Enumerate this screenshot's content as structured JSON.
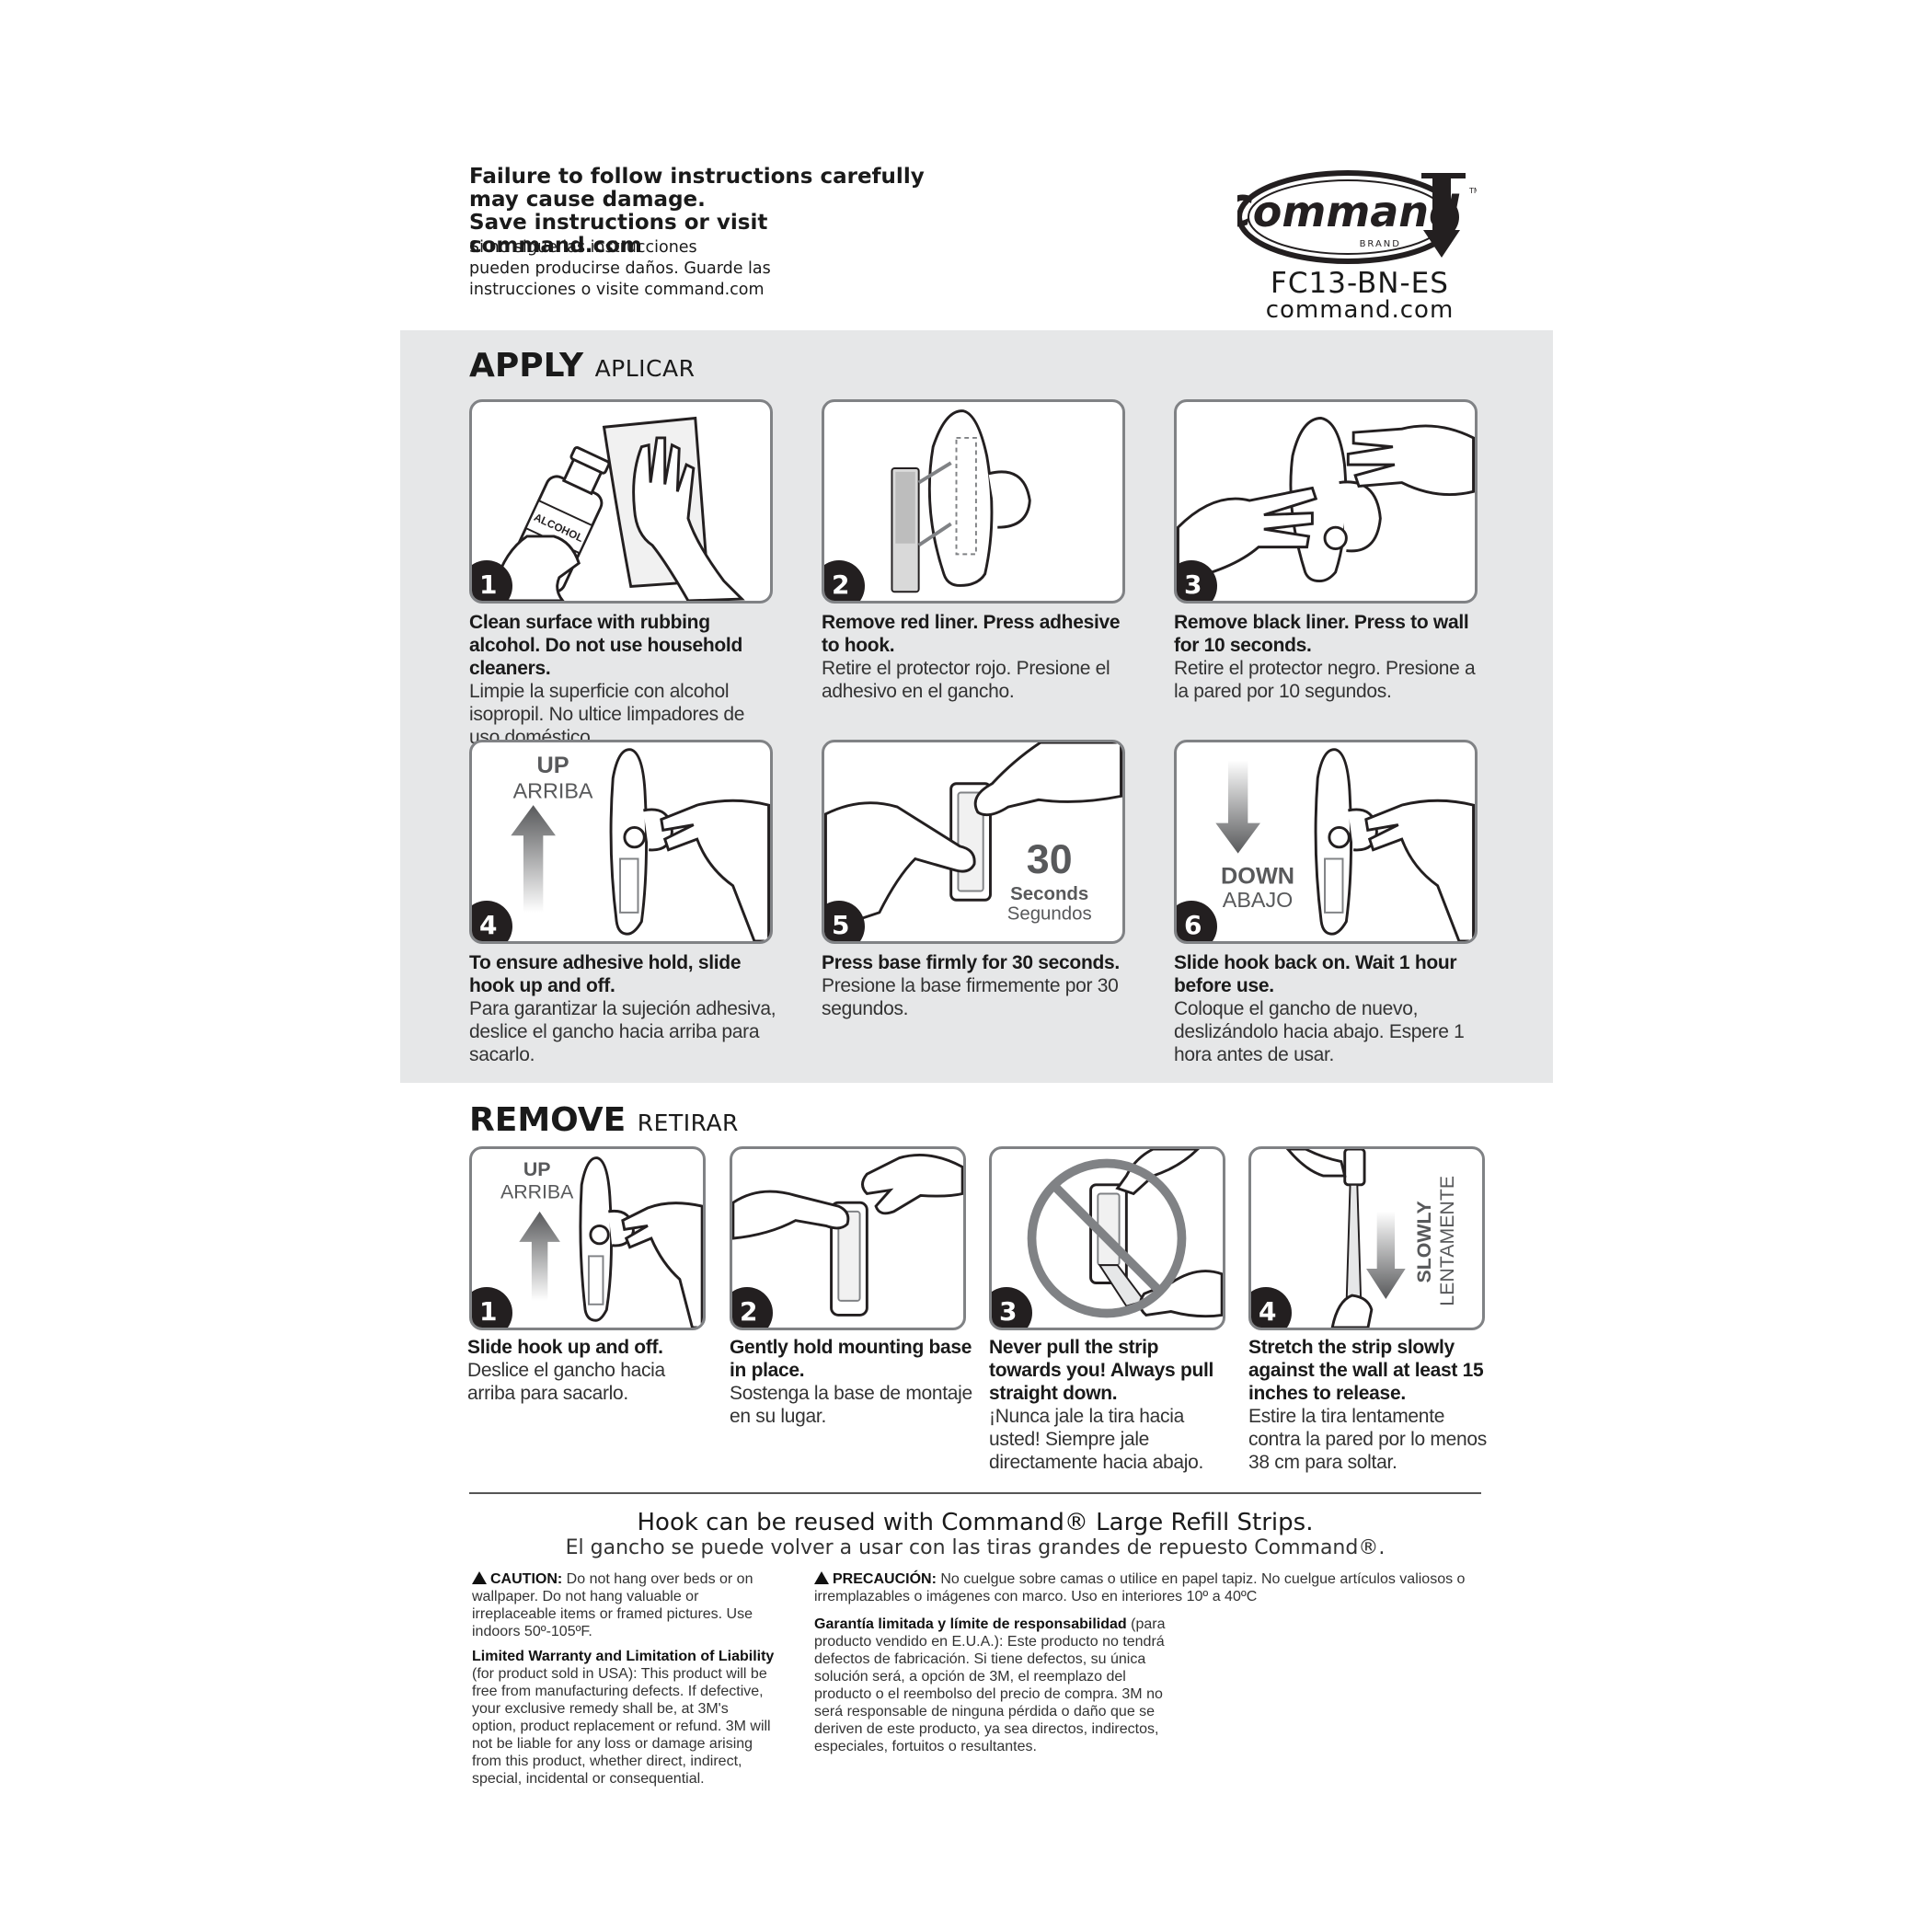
{
  "header": {
    "warning_en": [
      "Failure to follow instructions carefully",
      "may cause damage.",
      "Save instructions or visit command.com"
    ],
    "warning_es": [
      "Si no sigue las instrucciones",
      "pueden producirse daños. Guarde las",
      "instrucciones o visite command.com"
    ],
    "logo_text": "Command",
    "logo_brand": "BRAND",
    "logo_tm": "TM",
    "product_code": "FC13-BN-ES",
    "url": "command.com"
  },
  "apply": {
    "title": "APPLY",
    "subtitle": "APLICAR",
    "steps": [
      {
        "num": "1",
        "en": "Clean surface with rubbing alcohol. Do not use household cleaners.",
        "es": "Limpie la superficie con alcohol isopropil. No ultice limpadores de uso doméstico.",
        "label": "ALCOHOL"
      },
      {
        "num": "2",
        "en": "Remove red liner. Press adhesive to hook.",
        "es": "Retire el protector rojo. Presione el adhesivo en el gancho."
      },
      {
        "num": "3",
        "en": "Remove black liner. Press to wall for 10 seconds.",
        "es": "Retire el protector negro. Presione a la pared por 10 segundos."
      },
      {
        "num": "4",
        "en": "To ensure adhesive hold, slide hook up and off.",
        "es": "Para garantizar la sujeción adhesiva, deslice el gancho hacia arriba para sacarlo.",
        "dir_en": "UP",
        "dir_es": "ARRIBA"
      },
      {
        "num": "5",
        "en": "Press base firmly for 30 seconds.",
        "es": "Presione la base firmemente por 30 segundos.",
        "big": "30",
        "unit_en": "Seconds",
        "unit_es": "Segundos"
      },
      {
        "num": "6",
        "en": "Slide hook back on. Wait 1 hour before use.",
        "es": "Coloque el gancho de nuevo, deslizándolo hacia abajo. Espere 1 hora antes de usar.",
        "dir_en": "DOWN",
        "dir_es": "ABAJO"
      }
    ]
  },
  "remove": {
    "title": "REMOVE",
    "subtitle": "RETIRAR",
    "steps": [
      {
        "num": "1",
        "en": "Slide hook up and off.",
        "es": "Deslice el gancho hacia arriba para sacarlo.",
        "dir_en": "UP",
        "dir_es": "ARRIBA"
      },
      {
        "num": "2",
        "en": "Gently hold mounting base in place.",
        "es": "Sostenga la base de montaje en su lugar."
      },
      {
        "num": "3",
        "en": "Never pull the strip towards you! Always pull straight down.",
        "es": "¡Nunca jale la tira hacia usted! Siempre jale directamente hacia abajo."
      },
      {
        "num": "4",
        "en": "Stretch the strip slowly against the wall at least 15 inches to release.",
        "es": "Estire la tira lentamente contra la pared por lo menos 38 cm para soltar.",
        "dir_en": "SLOWLY",
        "dir_es": "LENTAMENTE"
      }
    ]
  },
  "reuse": {
    "en": "Hook can be reused with Command® Large Refill Strips.",
    "es": "El gancho se puede volver a usar con las tiras grandes de repuesto Command®."
  },
  "fine_print": {
    "caution_label_en": "CAUTION:",
    "caution_en": "Do not hang over beds or on wallpaper. Do not hang valuable or irreplaceable items or framed pictures. Use indoors 50º-105ºF.",
    "warranty_label_en": "Limited Warranty and Limitation of Liability",
    "warranty_en": "(for product sold in USA): This product will be free from manufacturing defects. If defective, your exclusive remedy shall be, at 3M's option, product replacement or refund. 3M will not be liable for any loss or damage arising from this product, whether direct, indirect, special, incidental or consequential.",
    "caution_label_es": "PRECAUCIÓN:",
    "caution_es": "No cuelgue sobre camas o utilice en papel tapiz. No cuelgue artículos valiosos o irremplazables o imágenes con marco. Uso en interiores 10º a 40ºC",
    "warranty_label_es": "Garantía limitada y límite de responsabilidad",
    "warranty_es": "(para producto vendido en E.U.A.): Este producto no tendrá defectos de fabricación. Si tiene defectos, su única solución será, a opción de 3M, el reemplazo del producto o el reembolso del precio de compra. 3M no será responsable de ninguna pérdida o daño que se deriven de este producto, ya sea directos, indirectos, especiales, fortuitos o resultantes."
  }
}
